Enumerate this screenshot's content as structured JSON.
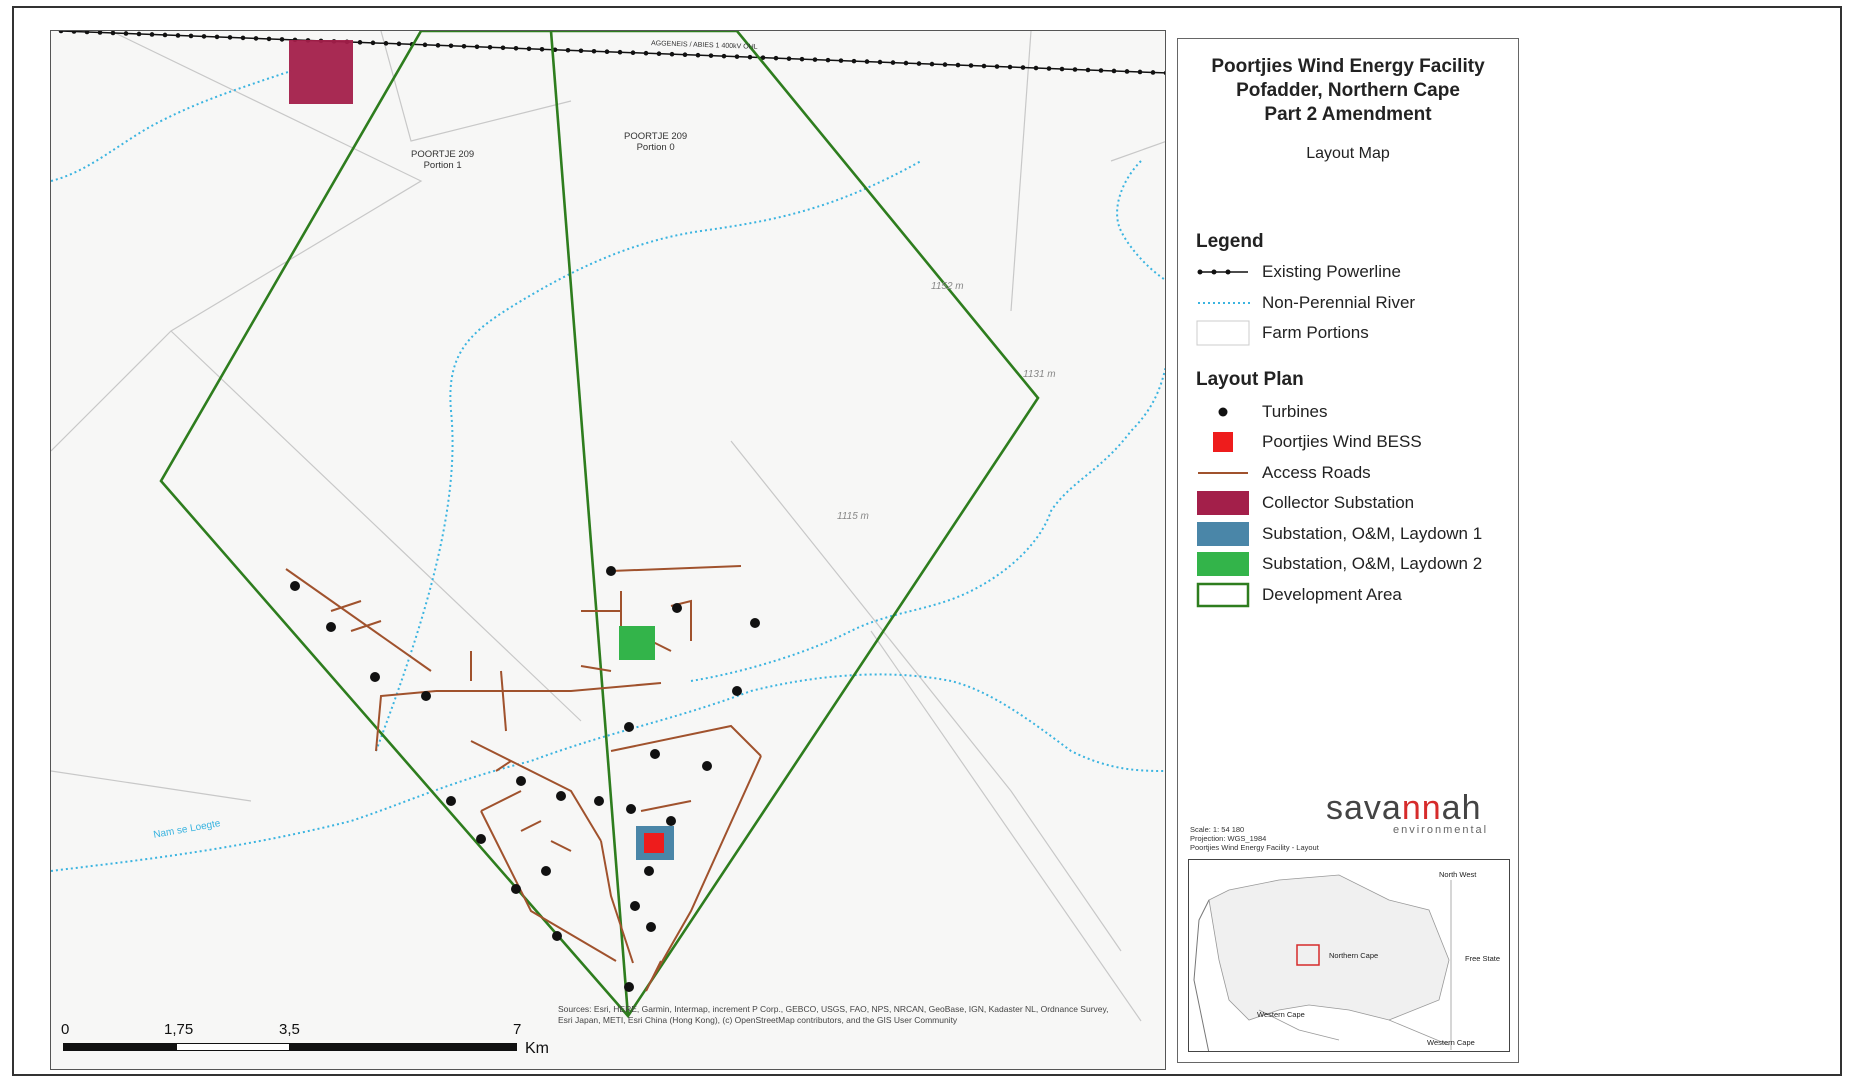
{
  "title": {
    "line1": "Poortjies Wind Energy Facility",
    "line2": "Pofadder, Northern Cape",
    "line3": "Part 2 Amendment",
    "subtitle": "Layout Map"
  },
  "legend": {
    "heading": "Legend",
    "items": [
      {
        "label": "Existing Powerline",
        "icon": "powerline-symbol"
      },
      {
        "label": "Non-Perennial River",
        "icon": "river-symbol",
        "color": "#3bb4e0"
      },
      {
        "label": "Farm Portions",
        "icon": "farm-portion-symbol"
      }
    ]
  },
  "layout_plan": {
    "heading": "Layout Plan",
    "items": [
      {
        "label": "Turbines",
        "icon": "turbine-dot",
        "color": "#111111"
      },
      {
        "label": "Poortjies Wind BESS",
        "icon": "bess-square",
        "color": "#ee1c1c"
      },
      {
        "label": "Access Roads",
        "icon": "road-line",
        "color": "#a0522d"
      },
      {
        "label": "Collector Substation",
        "icon": "collector-square",
        "color": "#a31f4a"
      },
      {
        "label": "Substation, O&M, Laydown 1",
        "icon": "laydown1-square",
        "color": "#4a86a8"
      },
      {
        "label": "Substation, O&M, Laydown 2",
        "icon": "laydown2-square",
        "color": "#33b44a"
      },
      {
        "label": "Development Area",
        "icon": "development-outline",
        "color": "#2e7d1e"
      }
    ]
  },
  "logo": {
    "part1": "sava",
    "accent": "nn",
    "part2": "ah",
    "tagline": "environmental"
  },
  "map_meta": {
    "scale": "Scale: 1: 54 180",
    "projection": "Projection: WGS_1984",
    "name": "Poortjies Wind Energy Facility - Layout"
  },
  "inset": {
    "labels": [
      "North West",
      "Northern Cape",
      "Free State",
      "Western Cape",
      "Western Cape"
    ]
  },
  "map_labels": {
    "farm1_name": "POORTJE 209",
    "farm1_portion": "Portion 1",
    "farm0_name": "POORTJE 209",
    "farm0_portion": "Portion 0",
    "powerline_name": "AGGENEIS / ABIES 1 400kV OHL",
    "river_name": "Nam se Loegte",
    "elev1": "1152 m",
    "elev2": "1131 m",
    "elev3": "1115 m"
  },
  "scalebar": {
    "ticks": [
      "0",
      "1,75",
      "3,5",
      "7"
    ],
    "unit": "Km"
  },
  "attribution": "Sources: Esri, HERE, Garmin, Intermap, increment P Corp., GEBCO, USGS, FAO, NPS, NRCAN, GeoBase, IGN, Kadaster NL, Ordnance Survey, Esri Japan, METI, Esri China (Hong Kong), (c) OpenStreetMap contributors, and the GIS User Community",
  "colors": {
    "powerline": "#111111",
    "river": "#3bb4e0",
    "road": "#a0522d",
    "development": "#2e7d1e",
    "collector": "#a31f4a",
    "laydown1": "#4a86a8",
    "laydown2": "#33b44a",
    "bess": "#ee1c1c",
    "turbine": "#111111"
  }
}
